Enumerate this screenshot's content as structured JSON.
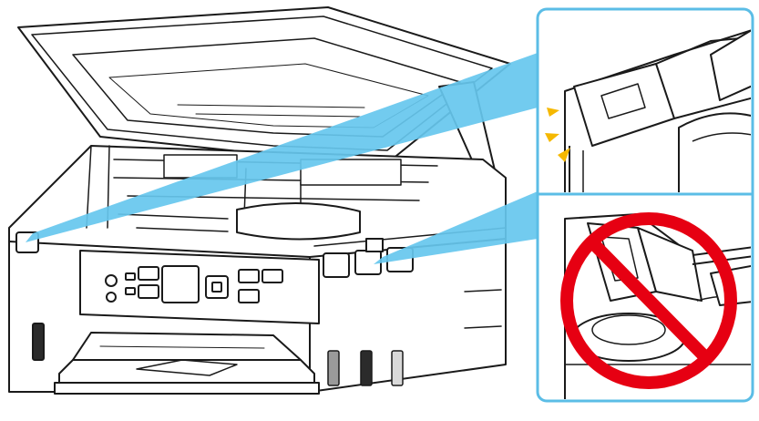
{
  "figure": {
    "subject": "ink-tank-printer-with-scanner-unit-open",
    "callouts": [
      {
        "name": "correct-cap-closed",
        "status": "correct"
      },
      {
        "name": "incorrect-cap-not-seated",
        "status": "prohibited"
      }
    ]
  },
  "colors": {
    "outline": "#1a1a1a",
    "pointer_beam": "#66c7ee",
    "callout_border": "#5bbde6",
    "alert_sparks": "#f5b800",
    "prohibit_sign": "#e60012",
    "ink_black": "#2b2b2b",
    "ink_gray": "#9a9a9a",
    "ink_light": "#d9d9d9"
  },
  "icons": [
    "prohibited-icon",
    "click-spark-icon"
  ]
}
